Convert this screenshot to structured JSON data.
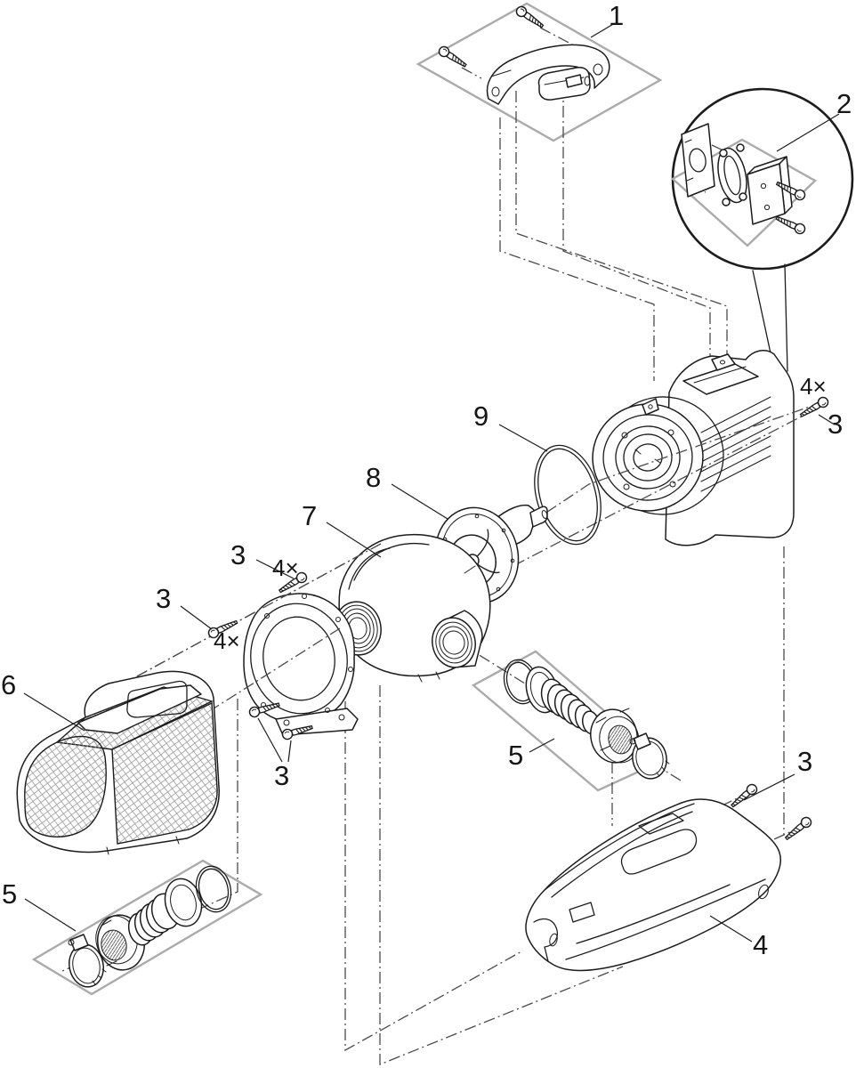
{
  "diagram": {
    "kind": "exploded-parts-diagram",
    "subject": "pond pump exploded view with numbered parts",
    "colors": {
      "line": "#1c1c1c",
      "panel_outline": "#aaaaaa",
      "alignment_line": "#4a4a4a",
      "background": "#ffffff"
    },
    "callouts": [
      {
        "text": "1",
        "kind": "part-number"
      },
      {
        "text": "2",
        "kind": "part-number"
      },
      {
        "text": "4×",
        "kind": "quantity"
      },
      {
        "text": "3",
        "kind": "part-number"
      },
      {
        "text": "9",
        "kind": "part-number"
      },
      {
        "text": "8",
        "kind": "part-number"
      },
      {
        "text": "7",
        "kind": "part-number"
      },
      {
        "text": "3",
        "kind": "part-number"
      },
      {
        "text": "4×",
        "kind": "quantity"
      },
      {
        "text": "3",
        "kind": "part-number"
      },
      {
        "text": "4×",
        "kind": "quantity"
      },
      {
        "text": "6",
        "kind": "part-number"
      },
      {
        "text": "3",
        "kind": "part-number"
      },
      {
        "text": "5",
        "kind": "part-number"
      },
      {
        "text": "3",
        "kind": "part-number"
      },
      {
        "text": "5",
        "kind": "part-number"
      },
      {
        "text": "4",
        "kind": "part-number"
      }
    ]
  }
}
